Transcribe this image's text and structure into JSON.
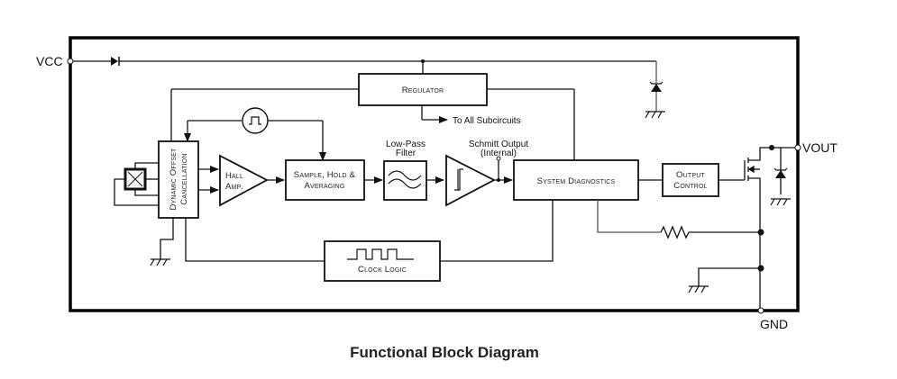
{
  "diagram": {
    "title": "Functional Block Diagram",
    "pins": {
      "vcc": "VCC",
      "vout": "VOUT",
      "gnd": "GND"
    },
    "blocks": {
      "regulator": "Regulator",
      "dynamic_offset_line1": "Dynamic Offset",
      "dynamic_offset_line2": "Cancellation",
      "hall_amp_line1": "Hall",
      "hall_amp_line2": "Amp.",
      "sample_hold_line1": "Sample, Hold &",
      "sample_hold_line2": "Averaging",
      "system_diagnostics": "System Diagnostics",
      "output_control_line1": "Output",
      "output_control_line2": "Control",
      "clock_logic": "Clock Logic"
    },
    "labels": {
      "to_all_subcircuits": "To All Subcircuits",
      "low_pass_line1": "Low-Pass",
      "low_pass_line2": "Filter",
      "schmitt_line1": "Schmitt Output",
      "schmitt_line2": "(Internal)"
    }
  }
}
